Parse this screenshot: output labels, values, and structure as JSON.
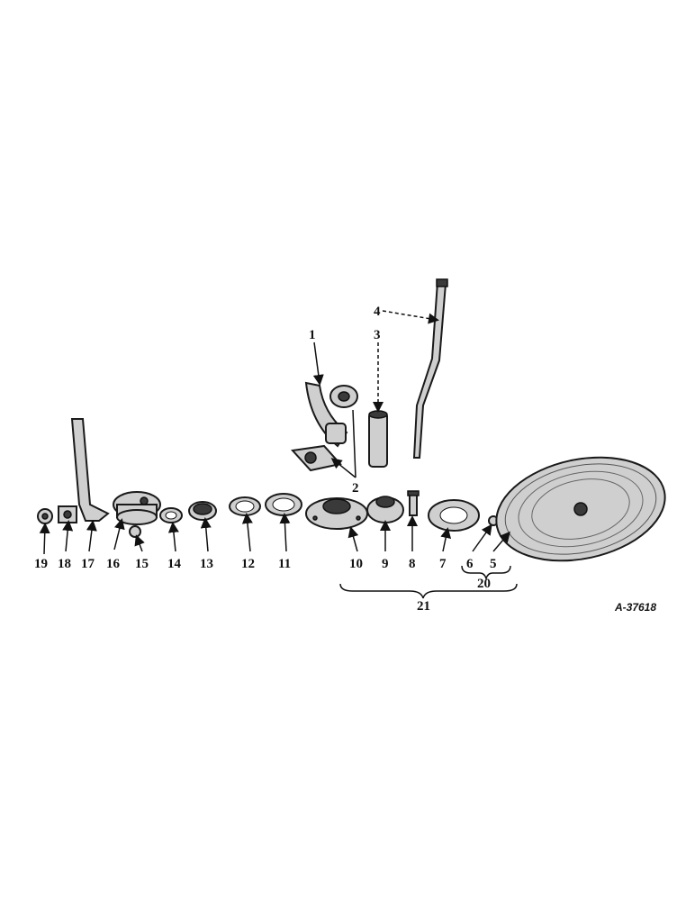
{
  "diagram": {
    "reference_code": "A-37618",
    "part_labels": [
      "1",
      "2",
      "3",
      "4",
      "5",
      "6",
      "7",
      "8",
      "9",
      "10",
      "11",
      "12",
      "13",
      "14",
      "15",
      "16",
      "17",
      "18",
      "19"
    ],
    "group_labels": {
      "sub_assembly": "20",
      "full_assembly": "21"
    }
  }
}
